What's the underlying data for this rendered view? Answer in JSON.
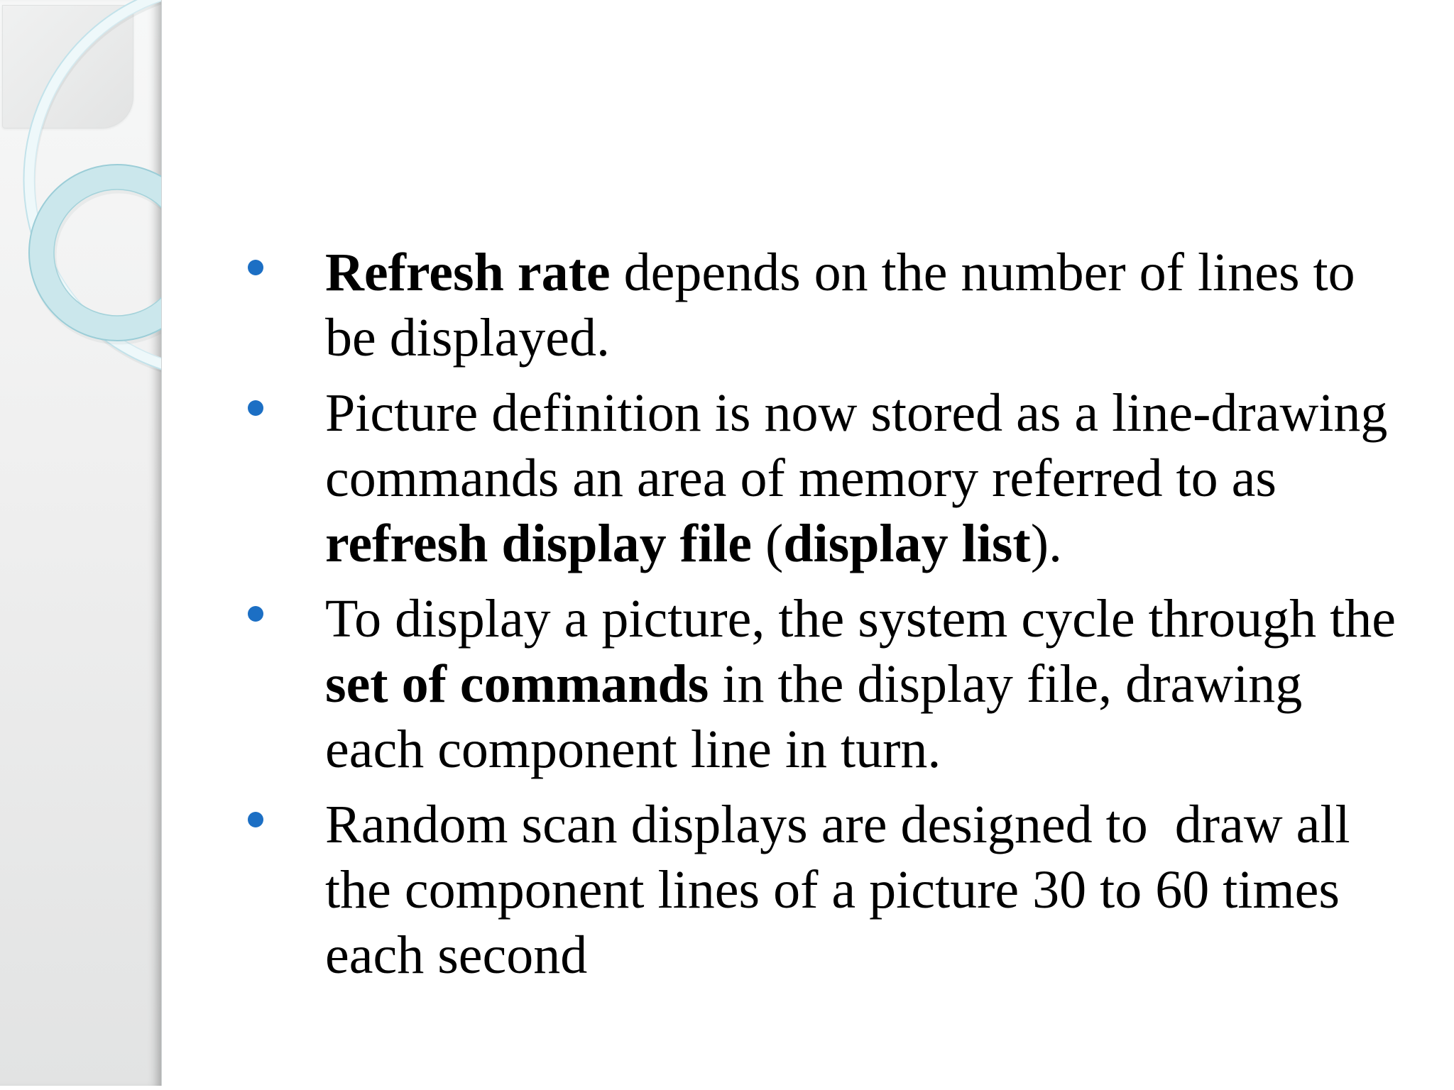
{
  "colors": {
    "background": "#FFFFFF",
    "text": "#000000",
    "bullet_dot": "#1C6FC4",
    "sidebar_top": "#F7F8F8",
    "sidebar_bottom": "#E2E3E3",
    "corner_square": "#E9EAEA",
    "ring_thin_fill": "#EEF8FA",
    "ring_thin_edge": "#C2E2EA",
    "ring_teal_fill": "#CBE7EC",
    "ring_teal_edge": "#9BCDD7"
  },
  "bullets": [
    {
      "segments": [
        {
          "bold": true,
          "text": "Refresh rate"
        },
        {
          "bold": false,
          "text": " depends on the number of lines to\nbe displayed."
        }
      ]
    },
    {
      "segments": [
        {
          "bold": false,
          "text": "Picture definition is now stored as a line-drawing\ncommands an area of memory referred to as\n"
        },
        {
          "bold": true,
          "text": "refresh display file"
        },
        {
          "bold": false,
          "text": " ("
        },
        {
          "bold": true,
          "text": "display list"
        },
        {
          "bold": false,
          "text": ")."
        }
      ]
    },
    {
      "segments": [
        {
          "bold": false,
          "text": "To display a picture, the system cycle through the\n"
        },
        {
          "bold": true,
          "text": "set of commands"
        },
        {
          "bold": false,
          "text": " in the display file, drawing\neach component line in turn."
        }
      ]
    },
    {
      "segments": [
        {
          "bold": false,
          "text": "Random scan displays are designed to  draw all\nthe component lines of a picture 30 to 60 times\neach second"
        }
      ]
    }
  ]
}
